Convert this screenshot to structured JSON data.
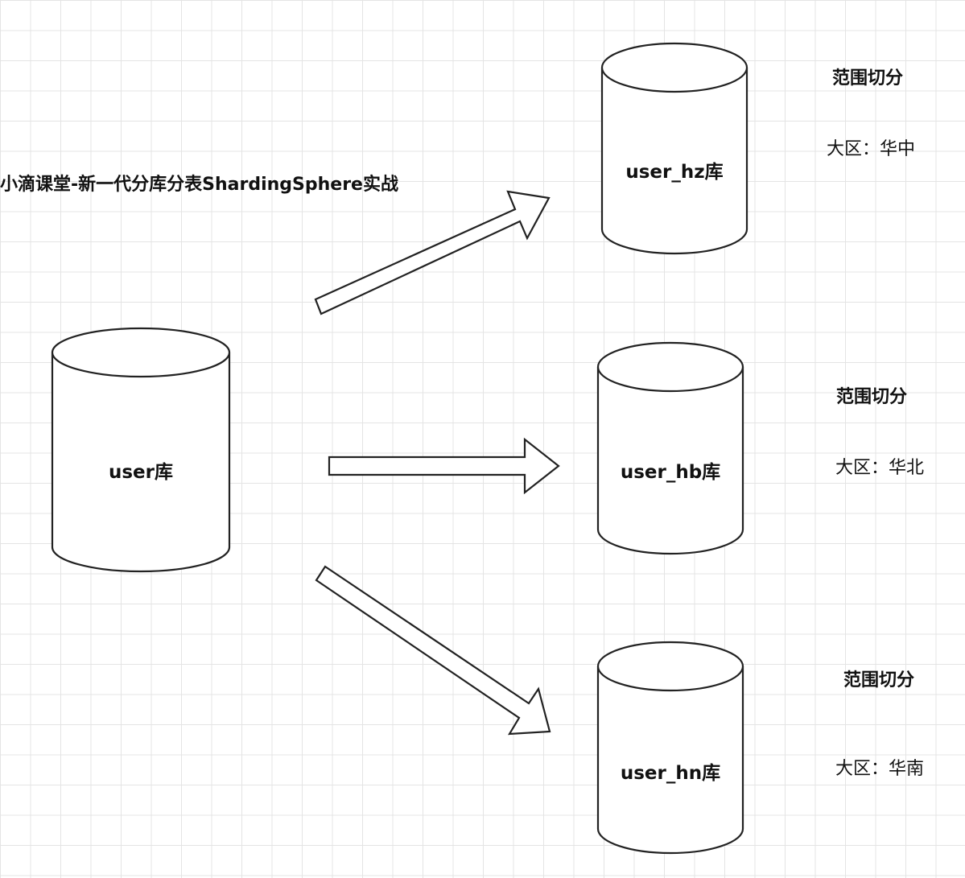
{
  "title": "小滴课堂-新一代分库分表ShardingSphere实战",
  "source_db": {
    "label": "user库"
  },
  "shards": [
    {
      "label": "user_hz库",
      "note_title": "范围切分",
      "note_region": "大区：华中"
    },
    {
      "label": "user_hb库",
      "note_title": "范围切分",
      "note_region": "大区：华北"
    },
    {
      "label": "user_hn库",
      "note_title": "范围切分",
      "note_region": "大区：华南"
    }
  ]
}
